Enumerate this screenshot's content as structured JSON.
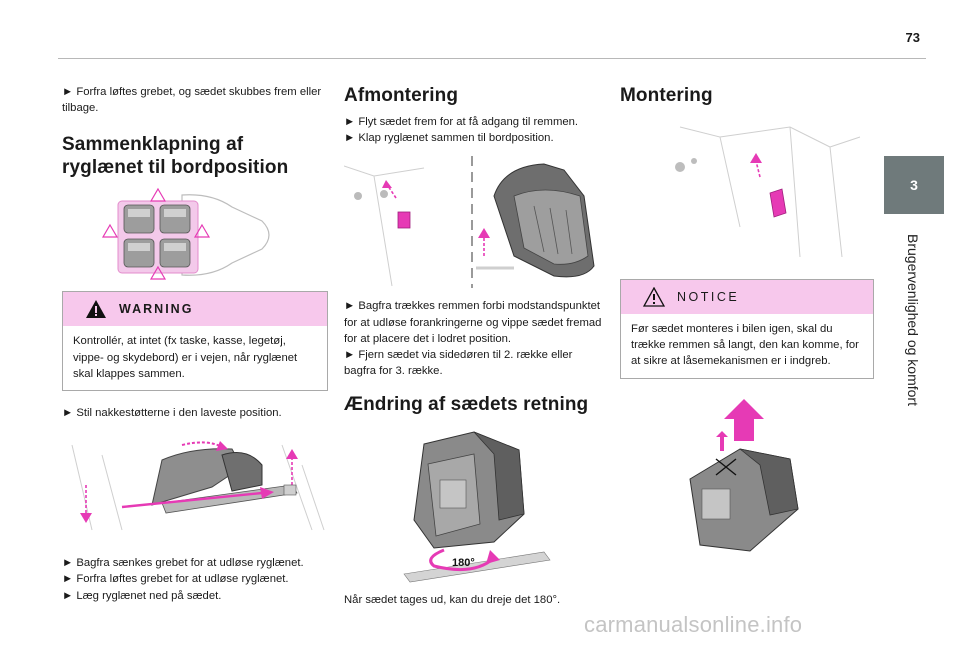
{
  "page": {
    "number": "73"
  },
  "sidebar": {
    "tab": "3",
    "label": "Brugervenlighed og komfort"
  },
  "col1": {
    "intro": "► Forfra løftes grebet, og sædet skubbes frem eller tilbage.",
    "heading": "Sammenklapning af ryglænet til bordposition",
    "warning": {
      "title": "WARNING",
      "text": "Kontrollér, at intet (fx taske, kasse, legetøj, vippe- og skydebord) er i vejen, når ryglænet skal klappes sammen."
    },
    "step1": "► Stil nakkestøtterne i den laveste position.",
    "steps2": [
      "► Bagfra sænkes grebet for at udløse ryglænet.",
      "► Forfra løftes grebet for at udløse ryglænet.",
      "► Læg ryglænet ned på sædet."
    ]
  },
  "col2": {
    "heading": "Afmontering",
    "steps1": [
      "► Flyt sædet frem for at få adgang til remmen.",
      "► Klap ryglænet sammen til bordposition."
    ],
    "steps2": [
      "► Bagfra trækkes remmen forbi modstandspunktet for at udløse forankringerne og vippe sædet fremad for at placere det i lodret position.",
      "► Fjern sædet via sidedøren til 2. række eller bagfra for 3. række."
    ],
    "heading2": "Ændring af sædets retning",
    "rotation_label": "180°",
    "caption": "Når sædet tages ud, kan du dreje det 180°."
  },
  "col3": {
    "heading": "Montering",
    "notice": {
      "title": "NOTICE",
      "text": "Før sædet monteres i bilen igen, skal du trække remmen så langt, den kan komme, for at sikre at låsemekanismen er i indgreb."
    }
  },
  "watermark": "carmanualsonline.info",
  "colors": {
    "accent_pink": "#e63ab5",
    "box_pink": "#f7c8ec",
    "tab_gray": "#6f7a7b"
  }
}
